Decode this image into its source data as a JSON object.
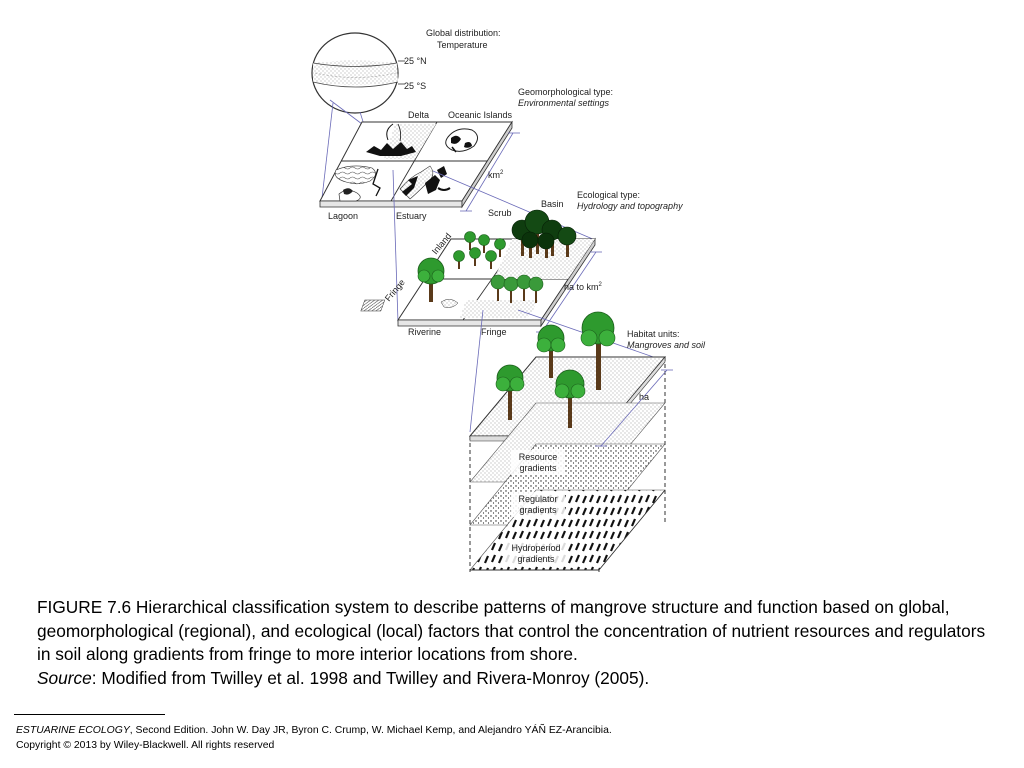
{
  "diagram": {
    "global": {
      "title": "Global distribution:",
      "subtitle": "Temperature",
      "lat_north": "25 °N",
      "lat_south": "25 °S"
    },
    "geomorph": {
      "title": "Geomorphological type:",
      "subtitle": "Environmental settings",
      "delta": "Delta",
      "oceanic": "Oceanic Islands",
      "lagoon": "Lagoon",
      "estuary": "Estuary",
      "scale": "km",
      "scale_exp": "2"
    },
    "ecological": {
      "title": "Ecological type:",
      "subtitle": "Hydrology and topography",
      "scrub": "Scrub",
      "basin": "Basin",
      "inland": "Inland",
      "fringe_side": "Fringe",
      "riverine": "Riverine",
      "fringe": "Fringe",
      "scale": "ha to km",
      "scale_exp": "2"
    },
    "habitat": {
      "title": "Habitat units:",
      "subtitle": "Mangroves and soil",
      "scale": "ha",
      "resource_1": "Resource",
      "resource_2": "gradients",
      "regulator_1": "Regulator",
      "regulator_2": "gradients",
      "hydroperiod_1": "Hydroperiod",
      "hydroperiod_2": "gradients"
    }
  },
  "caption": {
    "figure_text": "FIGURE 7.6  Hierarchical classification system to describe patterns of mangrove structure and function based on global, geomorphological (regional), and ecological (local) factors that control the concentration of nutrient resources and regulators in soil along gradients from fringe to more interior locations from shore.",
    "source_label": "Source",
    "source_text": ": Modified from Twilley et al. 1998 and Twilley and Rivera-Monroy (2005)."
  },
  "footer": {
    "book_title": "ESTUARINE ECOLOGY",
    "reference_text": ", Second Edition. John W. Day JR, Byron C. Crump, W. Michael Kemp, and Alejandro YÁÑ EZ-Arancibia.",
    "copyright": "Copyright © 2013 by Wiley-Blackwell. All rights reserved"
  }
}
